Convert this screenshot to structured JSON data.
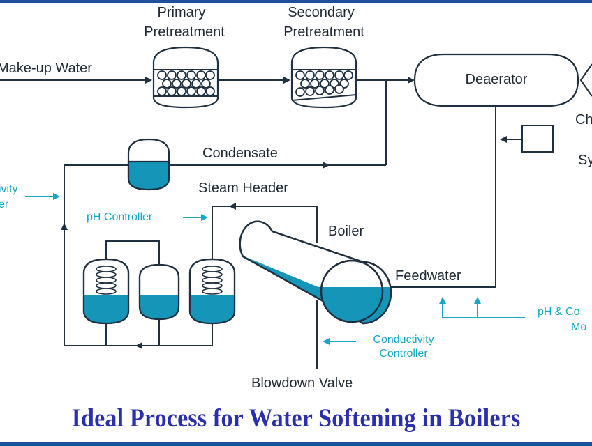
{
  "labels": {
    "primary_line1": "Primary",
    "primary_line2": "Pretreatment",
    "secondary_line1": "Secondary",
    "secondary_line2": "Pretreatment",
    "makeup_water": "Make-up Water",
    "deaerator": "Deaerator",
    "condensate": "Condensate",
    "steam_header": "Steam Header",
    "ph_controller": "pH Controller",
    "boiler": "Boiler",
    "feedwater": "Feedwater",
    "conductivity_controller_line1": "Conductivity",
    "conductivity_controller_line2": "Controller",
    "blowdown_valve": "Blowdown Valve",
    "left_cut_line1": "ivity",
    "left_cut_line2": "er",
    "right_cut_top": "Ch",
    "right_cut_mid": "Sy",
    "ph_cond_line1": "pH & Co",
    "ph_cond_line2": "Mo"
  },
  "title": "Ideal Process for Water Softening in Boilers",
  "colors": {
    "line": "#1f3040",
    "water": "#1596b8",
    "accent_text": "#1aa6c7",
    "title": "#2a2fb0"
  }
}
